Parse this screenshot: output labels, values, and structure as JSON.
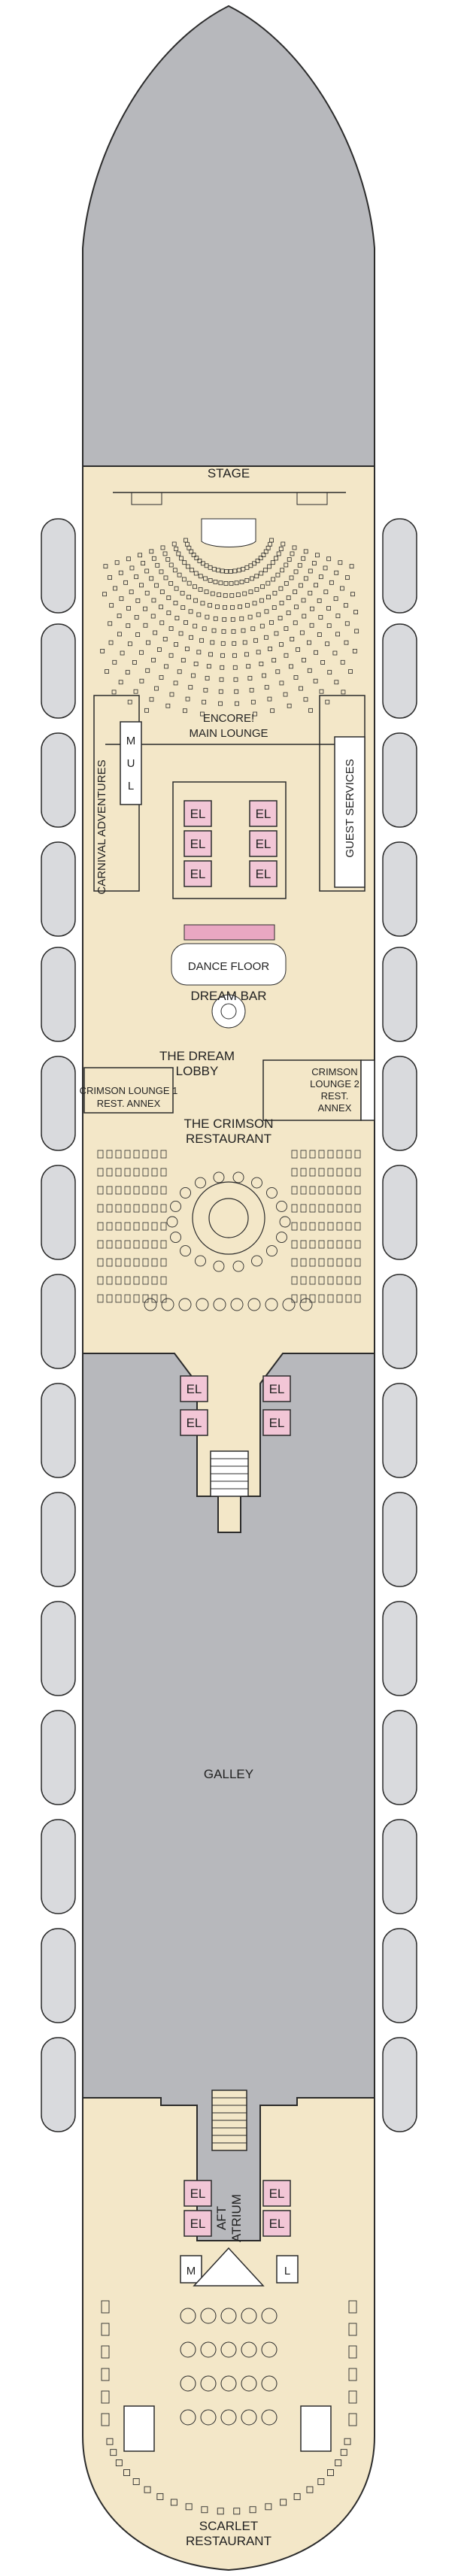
{
  "colors": {
    "deck": "#f3e7c8",
    "hull_gray": "#b7b8bc",
    "lifeboat": "#d9dadd",
    "elevator": "#f2c6d6",
    "outline": "#2b2b2b",
    "pink_accent": "#e9a7c2"
  },
  "labels": {
    "stage": "STAGE",
    "main_lounge_1": "ENCORE!",
    "main_lounge_2": "MAIN LOUNGE",
    "carnival_adventures": "CARNIVAL ADVENTURES",
    "guest_services": "GUEST SERVICES",
    "m": "M",
    "u": "U",
    "l": "L",
    "dance_floor": "DANCE FLOOR",
    "dream_bar": "DREAM BAR",
    "dream_lobby_1": "THE DREAM",
    "dream_lobby_2": "LOBBY",
    "crimson_lounge_1a": "CRIMSON LOUNGE 1",
    "crimson_lounge_1b": "REST. ANNEX",
    "crimson_lounge_2a": "CRIMSON",
    "crimson_lounge_2b": "LOUNGE 2",
    "crimson_lounge_2c": "REST.",
    "crimson_lounge_2d": "ANNEX",
    "crimson_restaurant_1": "THE CRIMSON",
    "crimson_restaurant_2": "RESTAURANT",
    "galley": "GALLEY",
    "aft_atrium_1": "AFT",
    "aft_atrium_2": "ATRIUM",
    "m_aft": "M",
    "l_aft": "L",
    "scarlet_1": "SCARLET",
    "scarlet_2": "RESTAURANT",
    "el": "EL"
  }
}
